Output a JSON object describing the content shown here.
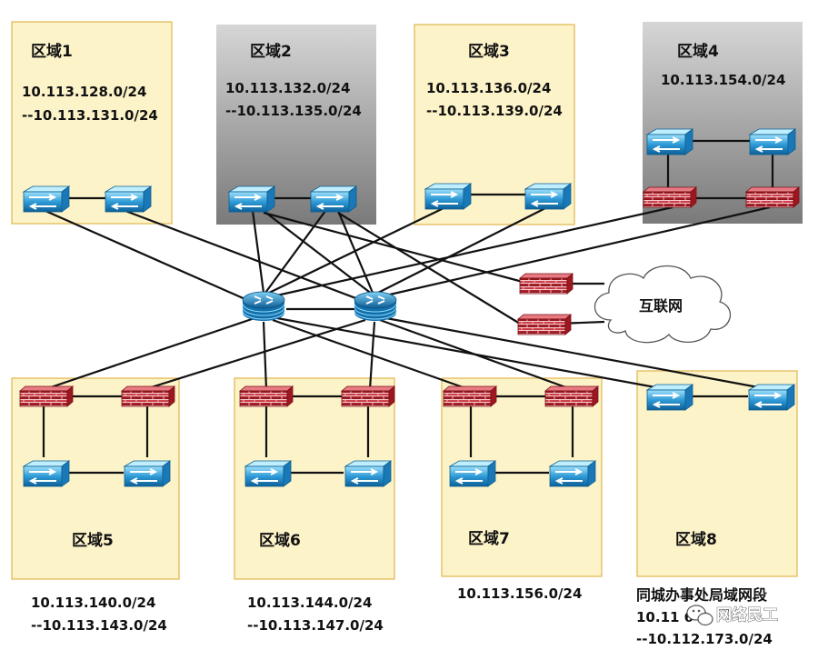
{
  "zones": [
    {
      "title": "区域1",
      "range_line1": "10.113.128.0/24",
      "range_line2": "--10.113.131.0/24"
    },
    {
      "title": "区域2",
      "range_line1": "10.113.132.0/24",
      "range_line2": "--10.113.135.0/24"
    },
    {
      "title": "区域3",
      "range_line1": "10.113.136.0/24",
      "range_line2": "--10.113.139.0/24"
    },
    {
      "title": "区域4",
      "range_line1": "10.113.154.0/24"
    },
    {
      "title": "区域5",
      "range_line1": "10.113.140.0/24",
      "range_line2": "--10.113.143.0/24"
    },
    {
      "title": "区域6",
      "range_line1": "10.113.144.0/24",
      "range_line2": "--10.113.147.0/24"
    },
    {
      "title": "区域7",
      "range_line1": "10.113.156.0/24"
    },
    {
      "title": "区域8",
      "range_line1": "10.11    6    5",
      "range_line2": "--10.112.173.0/24"
    }
  ],
  "internet": {
    "label": "互联网"
  },
  "zone8_note": "同城办事处局域网段",
  "watermark": {
    "text": "网络民工"
  },
  "colors": {
    "zone_fill": "#fdf3c9",
    "zone_border": "#e0b64c",
    "switch_blue": "#2f9bd7",
    "firewall_red": "#c0222c",
    "router_blue": "#1e8ac8"
  },
  "icons": {
    "switch": "switch-icon",
    "firewall": "firewall-icon",
    "router": "router-icon",
    "cloud": "cloud-icon"
  }
}
